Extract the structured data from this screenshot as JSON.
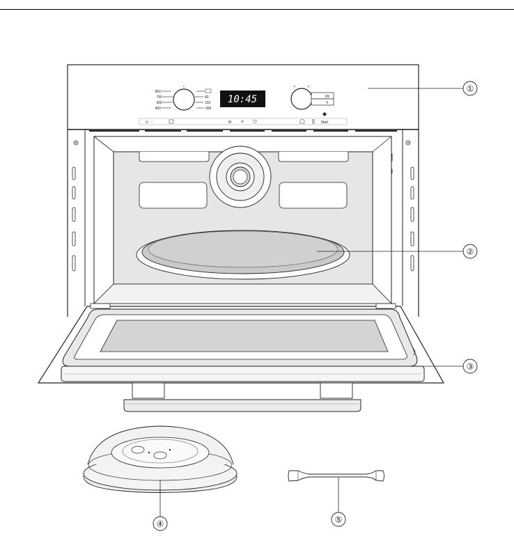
{
  "display": {
    "time": "10:45"
  },
  "dial": {
    "top_mark": "•",
    "left_labels": [
      "850",
      "750",
      "600",
      "450"
    ],
    "right_labels": [
      "80",
      "150",
      "300"
    ],
    "right_top_icon": "grill-icon"
  },
  "selector": {
    "left_arrow": "<",
    "right_arrow": ">"
  },
  "buttons": {
    "ok": "OK",
    "back": "↰"
  },
  "sensor_bar": {
    "on_off": "⏻",
    "menu": "M",
    "start_label": "Start"
  },
  "callouts": [
    "①",
    "②",
    "③",
    "④",
    "⑤"
  ],
  "colors": {
    "line": "#222222",
    "glass": "#d4d4d4",
    "turntable": "#c9c9c9",
    "panel": "#ffffff"
  }
}
